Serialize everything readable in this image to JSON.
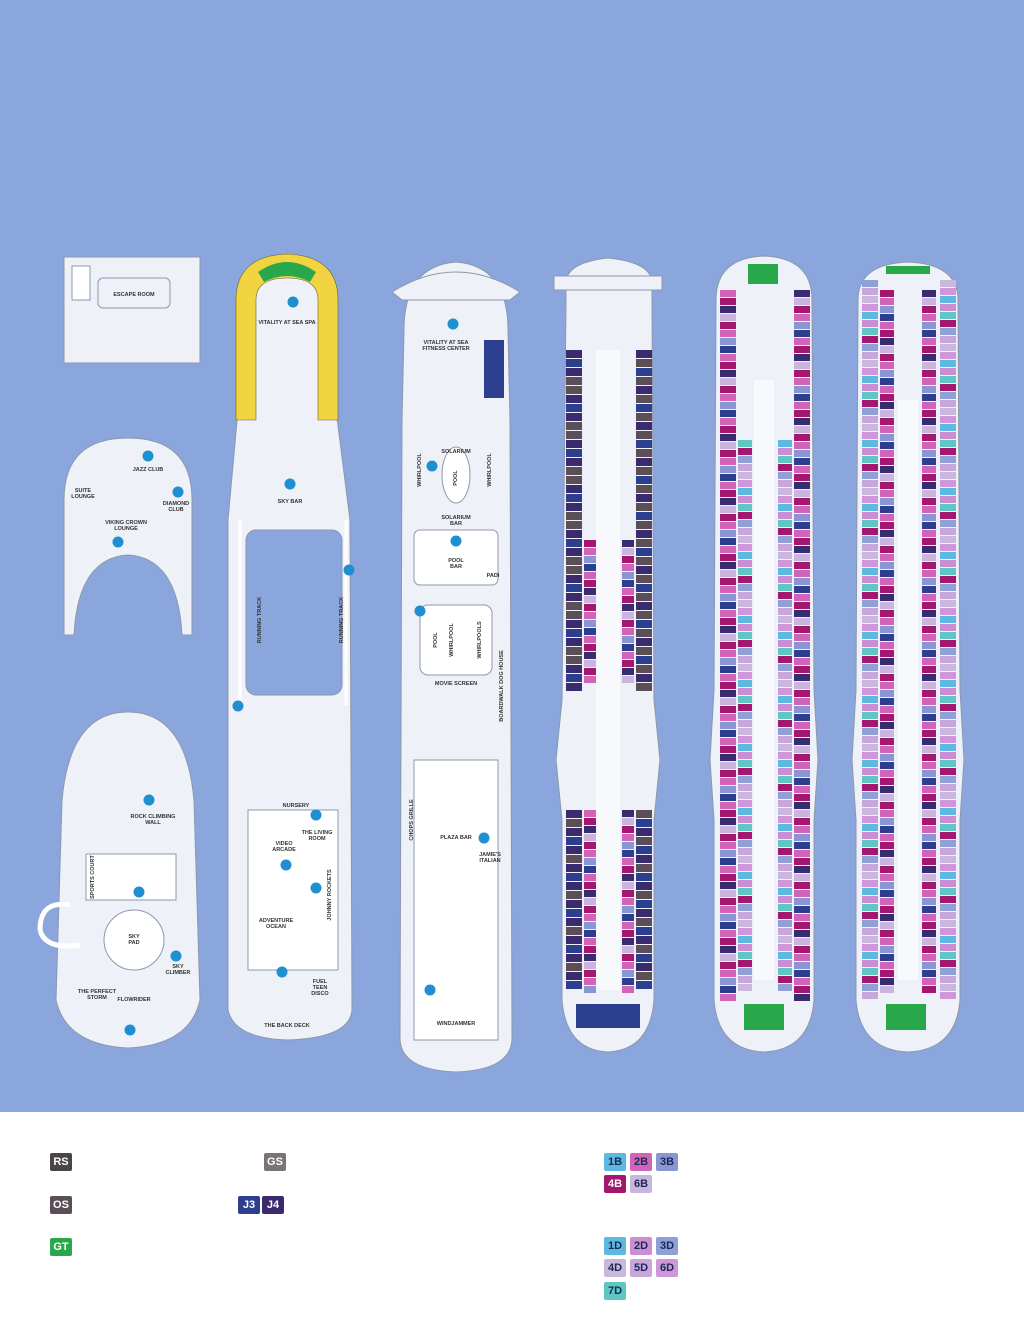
{
  "colors": {
    "sea": "#8ba6dc",
    "deck": "#f1f3f8",
    "outline": "#8d97ac",
    "icon": "#1e8fd0",
    "RS": "#4a4549",
    "OS": "#5b4e56",
    "GS": "#7a7479",
    "GT": "#28a84b",
    "J3": "#2c3f8f",
    "J4": "#3a2a6e",
    "1B": "#5db8e2",
    "2B": "#d264b8",
    "3B": "#8a96d2",
    "4B": "#a4176e",
    "6B": "#c9b5de",
    "1D": "#5db8e2",
    "2D": "#cc8ed2",
    "3D": "#8fa0d6",
    "4D": "#c9b7de",
    "5D": "#c7a6dc",
    "6D": "#cf96da",
    "7D": "#5fc6c3",
    "yellow": "#f2d442"
  },
  "decks": {
    "d16": {
      "labels": [
        "ESCAPE ROOM"
      ]
    },
    "d15": {
      "labels": [
        "JAZZ CLUB",
        "SUITE\nLOUNGE",
        "DIAMOND\nCLUB",
        "VIKING CROWN\nLOUNGE"
      ]
    },
    "d14": {
      "labels": [
        "ROCK CLIMBING\nWALL",
        "SPORTS COURT",
        "SKY\nPAD",
        "SKY\nCLIMBER",
        "THE PERFECT\nSTORM",
        "FLOWRIDER"
      ]
    },
    "d12": {
      "labels": [
        "VITALITY AT SEA SPA",
        "SKY BAR",
        "RUNNING TRACK",
        "RUNNING TRACK",
        "NURSERY",
        "THE LIVING\nROOM",
        "VIDEO\nARCADE",
        "JOHNNY ROCKETS",
        "ADVENTURE\nOCEAN",
        "FUEL\nTEEN\nDISCO",
        "THE BACK DECK"
      ]
    },
    "d11": {
      "labels": [
        "VITALITY AT SEA\nFITNESS CENTER",
        "SOLARIUM",
        "WHIRLPOOL",
        "WHIRLPOOL",
        "POOL",
        "SOLARIUM\nBAR",
        "POOL\nBAR",
        "PADI",
        "POOL",
        "WHIRLPOOL",
        "WHIRLPOOLS",
        "MOVIE SCREEN",
        "BOARDWALK DOG HOUSE",
        "CHOPS GRILLE",
        "PLAZA BAR",
        "JAMIE'S\nITALIAN",
        "WINDJAMMER"
      ]
    }
  },
  "legend": {
    "left": [
      {
        "code": "RS",
        "key": "RS"
      },
      {
        "code": "OS",
        "key": "OS"
      },
      {
        "code": "GT",
        "key": "GT"
      }
    ],
    "mid": [
      {
        "code": "GS",
        "key": "GS"
      },
      {
        "code": "J3",
        "key": "J3"
      },
      {
        "code": "J4",
        "key": "J4"
      }
    ],
    "balcony": [
      {
        "code": "1B",
        "key": "1B"
      },
      {
        "code": "2B",
        "key": "2B"
      },
      {
        "code": "3B",
        "key": "3B"
      },
      {
        "code": "4B",
        "key": "4B"
      },
      {
        "code": "6B",
        "key": "6B"
      }
    ],
    "oceanview": [
      {
        "code": "1D",
        "key": "1D"
      },
      {
        "code": "2D",
        "key": "2D"
      },
      {
        "code": "3D",
        "key": "3D"
      },
      {
        "code": "4D",
        "key": "4D"
      },
      {
        "code": "5D",
        "key": "5D"
      },
      {
        "code": "6D",
        "key": "6D"
      },
      {
        "code": "7D",
        "key": "7D"
      }
    ]
  }
}
